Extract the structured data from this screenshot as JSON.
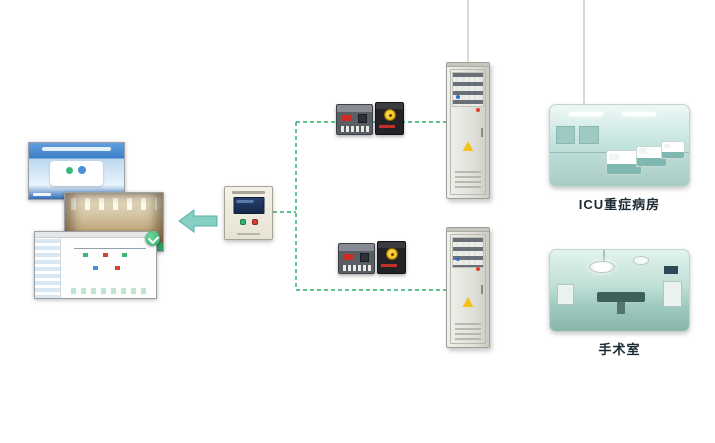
{
  "diagram": {
    "type": "medical-it-power-monitoring-architecture",
    "connector_color": "#2fae6e",
    "feed_line_color": "#b4b4ac",
    "arrow_color": "#86cfc4"
  },
  "monitors": [
    {
      "name": "presentation-screen"
    },
    {
      "name": "lobby-photo-screen"
    },
    {
      "name": "scada-diagram-screen"
    }
  ],
  "control_panel": {
    "screen_color": "#1d3050",
    "button_colors": [
      "#2eb872",
      "#d8432f"
    ]
  },
  "branches": [
    {
      "id": "icu",
      "label": "ICU重症病房",
      "equipment": [
        "ats-switch-module",
        "isolation-transformer-module",
        "distribution-cabinet",
        "room-photo"
      ]
    },
    {
      "id": "operating-room",
      "label": "手术室",
      "equipment": [
        "ats-switch-module",
        "isolation-transformer-module",
        "distribution-cabinet",
        "room-photo"
      ]
    }
  ]
}
